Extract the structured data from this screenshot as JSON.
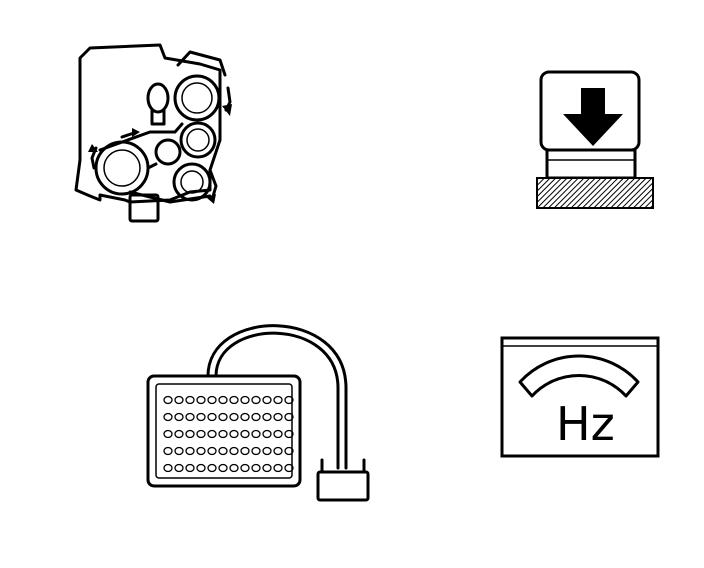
{
  "symbols": [
    {
      "name": "machine-rollers-symbol"
    },
    {
      "name": "press-down-symbol"
    },
    {
      "name": "keypad-cable-symbol"
    },
    {
      "name": "frequency-meter-symbol"
    }
  ],
  "frequency_meter": {
    "unit_label": "Hz"
  },
  "colors": {
    "ink": "#000000",
    "paper": "#ffffff"
  }
}
